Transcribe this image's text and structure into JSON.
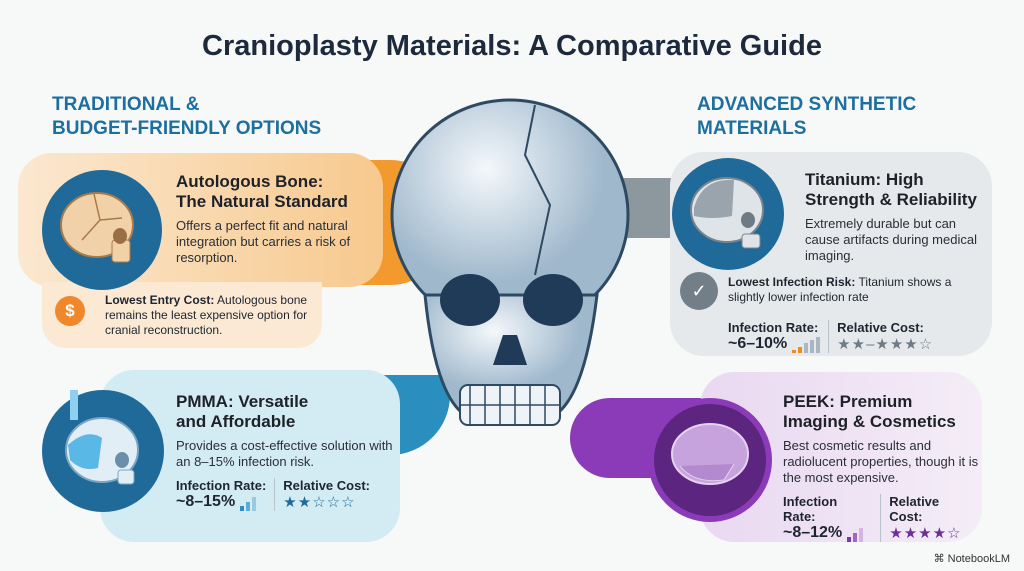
{
  "title": "Cranioplasty Materials: A Comparative Guide",
  "left_heading": [
    "TRADITIONAL &",
    "BUDGET-FRIENDLY OPTIONS"
  ],
  "right_heading": [
    "ADVANCED SYNTHETIC",
    "MATERIALS"
  ],
  "autologous": {
    "title": [
      "Autologous Bone:",
      "The Natural Standard"
    ],
    "desc": "Offers a perfect fit and natural integration but carries a risk of resorption.",
    "note_bold": "Lowest Entry Cost:",
    "note": " Autologous bone remains the least expensive option for cranial reconstruction.",
    "note_icon": "dollar-icon"
  },
  "pmma": {
    "title": [
      "PMMA: Versatile",
      "and Affordable"
    ],
    "desc": "Provides a cost-effective solution with an 8–15% infection risk.",
    "infection_label": "Infection Rate:",
    "infection_value": "~8–15%",
    "cost_label": "Relative Cost:",
    "cost_stars": "★★☆☆☆",
    "cost_rating": 2
  },
  "titanium": {
    "title": [
      "Titanium: High",
      "Strength & Reliability"
    ],
    "desc": "Extremely durable but can cause artifacts during medical imaging.",
    "note_bold": "Lowest Infection Risk:",
    "note": " Titanium shows a slightly lower infection rate",
    "note_icon": "shield-check-icon",
    "infection_label": "Infection Rate:",
    "infection_value": "~6–10%",
    "cost_label": "Relative Cost:",
    "cost_stars": "★★–★★★☆"
  },
  "peek": {
    "title": [
      "PEEK: Premium",
      "Imaging & Cosmetics"
    ],
    "desc": "Best cosmetic results and radiolucent properties, though it is the most expensive.",
    "infection_label": "Infection Rate:",
    "infection_value": "~8–12%",
    "cost_label": "Relative Cost:",
    "cost_stars": "★★★★☆",
    "cost_rating": 4
  },
  "watermark": "NotebookLM",
  "colors": {
    "orange": "#f39a2e",
    "blue": "#1d6f9f",
    "gray": "#7d8a94",
    "purple": "#7b3aa6"
  }
}
